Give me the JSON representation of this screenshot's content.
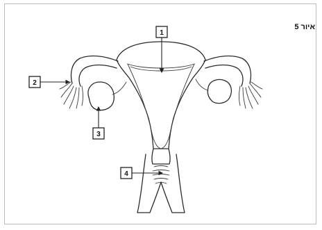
{
  "figure": {
    "label": "איור 5"
  },
  "callouts": {
    "c1": "1",
    "c2": "2",
    "c3": "3",
    "c4": "4"
  }
}
